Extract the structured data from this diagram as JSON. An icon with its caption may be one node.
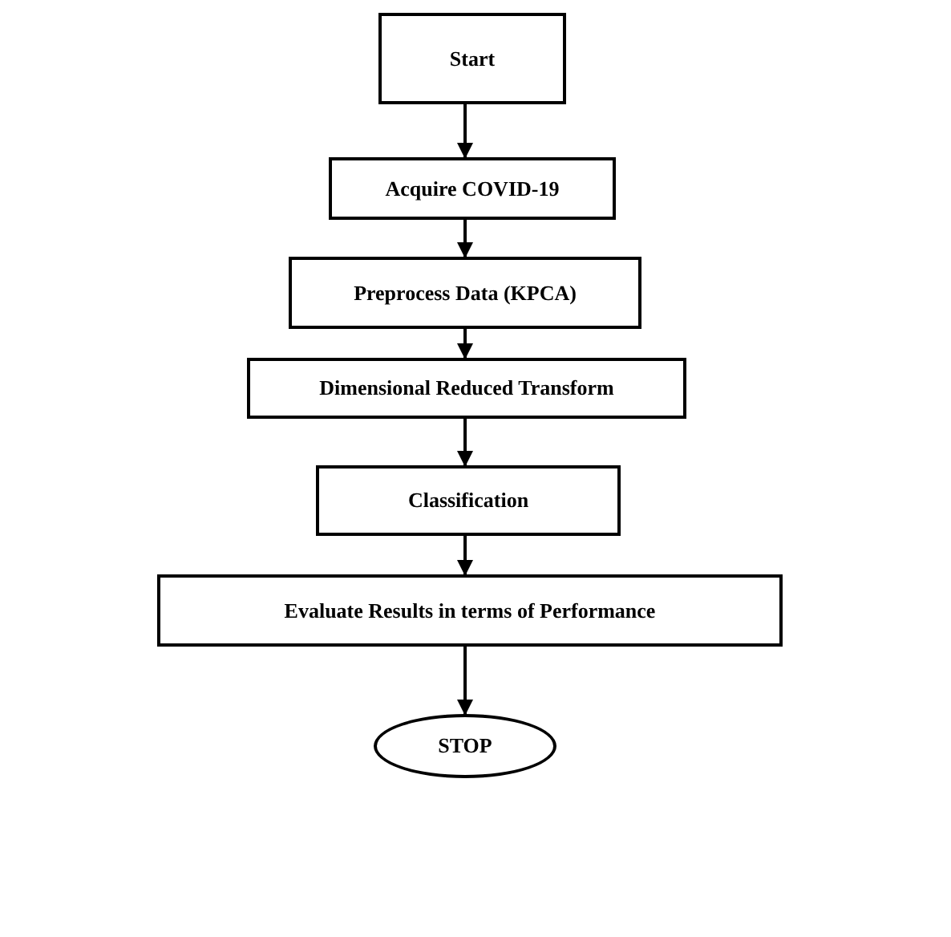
{
  "diagram": {
    "nodes": [
      {
        "text": [
          "Start"
        ]
      },
      {
        "text": [
          "Acquire COVID-19"
        ]
      },
      {
        "text": [
          "Preprocess Data (KPCA)"
        ]
      },
      {
        "text": [
          "Dimensional Reduced Transform"
        ]
      },
      {
        "text": [
          "Classification"
        ]
      },
      {
        "text": [
          "Evaluate Results in terms of Performance"
        ]
      },
      {
        "text": [
          "STOP"
        ]
      }
    ],
    "edges": [
      {
        "from": 0,
        "to": 1,
        "arrow": "to"
      },
      {
        "from": 1,
        "to": 2,
        "arrow": "to"
      },
      {
        "from": 2,
        "to": 3,
        "arrow": "to"
      },
      {
        "from": 3,
        "to": 4,
        "arrow": "to"
      },
      {
        "from": 4,
        "to": 5,
        "arrow": "to"
      },
      {
        "from": 5,
        "to": 6,
        "arrow": "to"
      }
    ]
  }
}
